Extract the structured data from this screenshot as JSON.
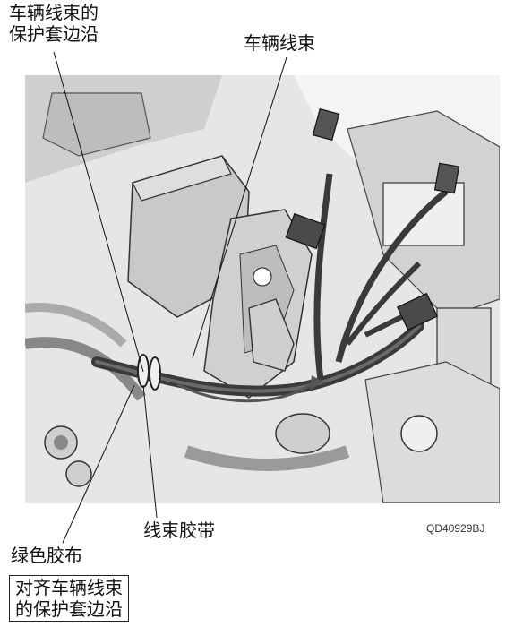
{
  "labels": {
    "harness_edge": [
      "车辆线束的",
      "保护套边沿"
    ],
    "vehicle_harness": "车辆线束",
    "harness_tie": "线束胶带",
    "green_tape": "绿色胶布",
    "align_note": [
      "对齐车辆线束",
      "的保护套边沿"
    ]
  },
  "diagram_code": "QD40929BJ",
  "colors": {
    "harness": "#3a3a3a",
    "background": "#ffffff",
    "illustration_bg": "#d9d9d9"
  }
}
